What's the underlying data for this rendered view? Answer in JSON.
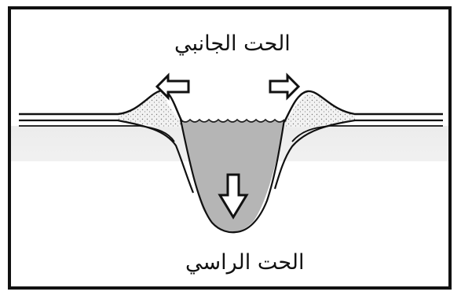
{
  "labels": {
    "lateral_erosion": "الحت الجانبي",
    "vertical_erosion": "الحت الراسي"
  },
  "colors": {
    "border": "#111111",
    "water": "#b5b5b5",
    "sediment": "#efefef",
    "ground_shadow": "#e4e4e4",
    "arrow_fill": "#ffffff"
  },
  "icons": {
    "left_arrow": "arrow-left-outline",
    "right_arrow": "arrow-right-outline",
    "down_arrow": "arrow-down-outline"
  }
}
